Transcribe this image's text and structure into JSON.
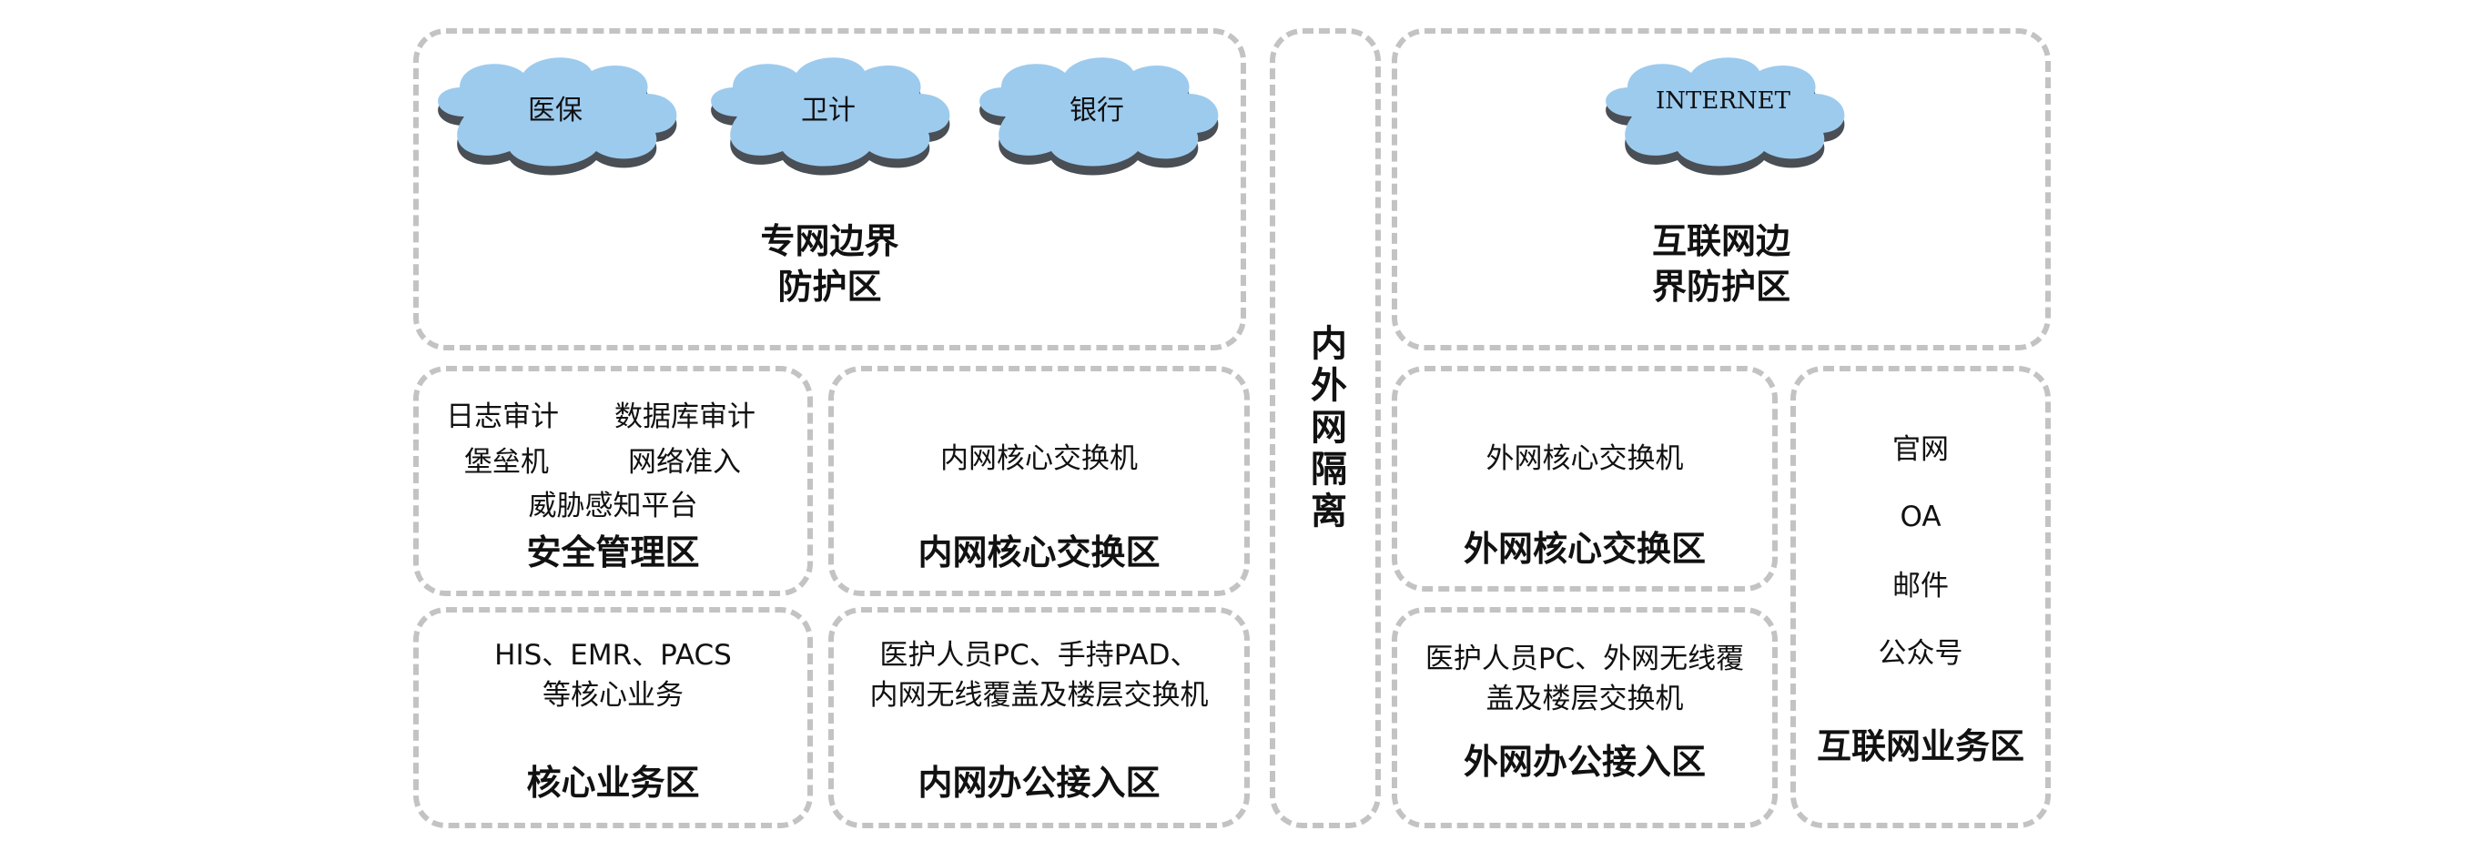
{
  "private_boundary": {
    "clouds": [
      "医保",
      "卫计",
      "银行"
    ],
    "title_line1": "专网边界",
    "title_line2": "防护区"
  },
  "isolation": {
    "title": "内外网隔离"
  },
  "internet_boundary": {
    "cloud": "INTERNET",
    "title_line1": "互联网边",
    "title_line2": "界防护区"
  },
  "security_mgmt": {
    "items": [
      "日志审计",
      "数据库审计",
      "堡垒机",
      "网络准入",
      "威胁感知平台"
    ],
    "title": "安全管理区"
  },
  "inner_core": {
    "item": "内网核心交换机",
    "title": "内网核心交换区"
  },
  "core_business": {
    "line1": "HIS、EMR、PACS",
    "line2": "等核心业务",
    "title": "核心业务区"
  },
  "inner_office": {
    "line1": "医护人员PC、手持PAD、",
    "line2": "内网无线覆盖及楼层交换机",
    "title": "内网办公接入区"
  },
  "outer_core": {
    "item": "外网核心交换机",
    "title": "外网核心交换区"
  },
  "outer_office": {
    "line1": "医护人员PC、外网无线覆",
    "line2": "盖及楼层交换机",
    "title": "外网办公接入区"
  },
  "internet_business": {
    "items": [
      "官网",
      "OA",
      "邮件",
      "公众号"
    ],
    "title": "互联网业务区"
  }
}
